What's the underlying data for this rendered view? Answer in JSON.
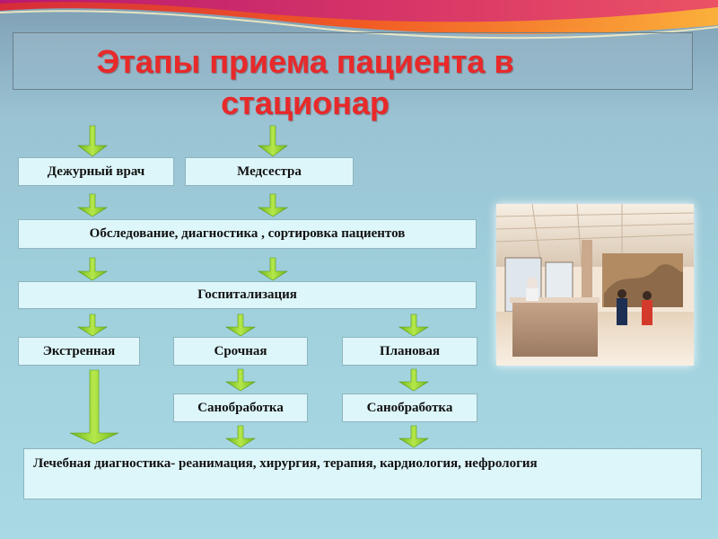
{
  "slide": {
    "title": "Этапы приема пациента в стационар"
  },
  "boxes": {
    "doctor": "Дежурный врач",
    "nurse": "Медсестра",
    "exam": "Обследование, диагностика , сортировка  пациентов",
    "hospitalization": "Госпитализация",
    "emergency": "Экстренная",
    "urgent": "Срочная",
    "planned": "Плановая",
    "sanitation_1": "Санобработка",
    "sanitation_2": "Санобработка",
    "treatment": "Лечебная диагностика- реанимация, хирургия, терапия, кардиология, нефрология"
  },
  "photo": {
    "icon": "hospital-reception-photo"
  },
  "colors": {
    "title": "#e8292a",
    "arrow": "#8fd12c",
    "box_fill": "#ddf6fa"
  }
}
